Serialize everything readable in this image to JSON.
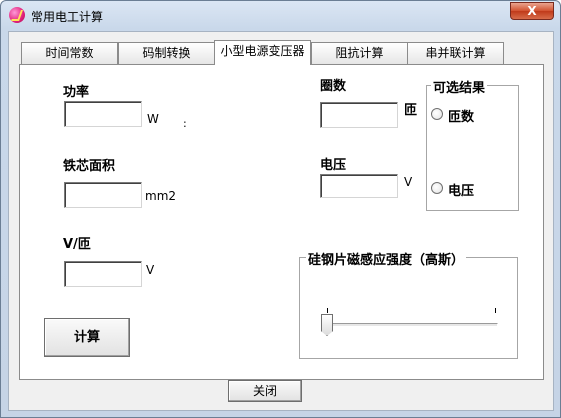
{
  "window": {
    "title": "常用电工计算",
    "close_glyph": "X"
  },
  "tabs": [
    {
      "label": "时间常数"
    },
    {
      "label": "码制转换"
    },
    {
      "label": "小型电源变压器"
    },
    {
      "label": "阻抗计算"
    },
    {
      "label": "串并联计算"
    }
  ],
  "active_tab": 2,
  "form": {
    "power": {
      "label": "功率",
      "value": "",
      "unit": "W",
      "note": ":"
    },
    "core_area": {
      "label": "铁芯面积",
      "value": "",
      "unit": "mm2"
    },
    "volts_per_turn": {
      "label": "V/匝",
      "value": "",
      "unit": "V"
    },
    "turns": {
      "label": "圈数",
      "value": "",
      "unit": "匝"
    },
    "voltage": {
      "label": "电压",
      "value": "",
      "unit": "V"
    }
  },
  "optional_results": {
    "title": "可选结果",
    "options": [
      {
        "label": "匝数",
        "checked": false
      },
      {
        "label": "电压",
        "checked": false
      }
    ]
  },
  "flux_density": {
    "title": "硅钢片磁感应强度（高斯）",
    "slider_position": 0
  },
  "buttons": {
    "calculate": "计算",
    "close": "关闭"
  }
}
